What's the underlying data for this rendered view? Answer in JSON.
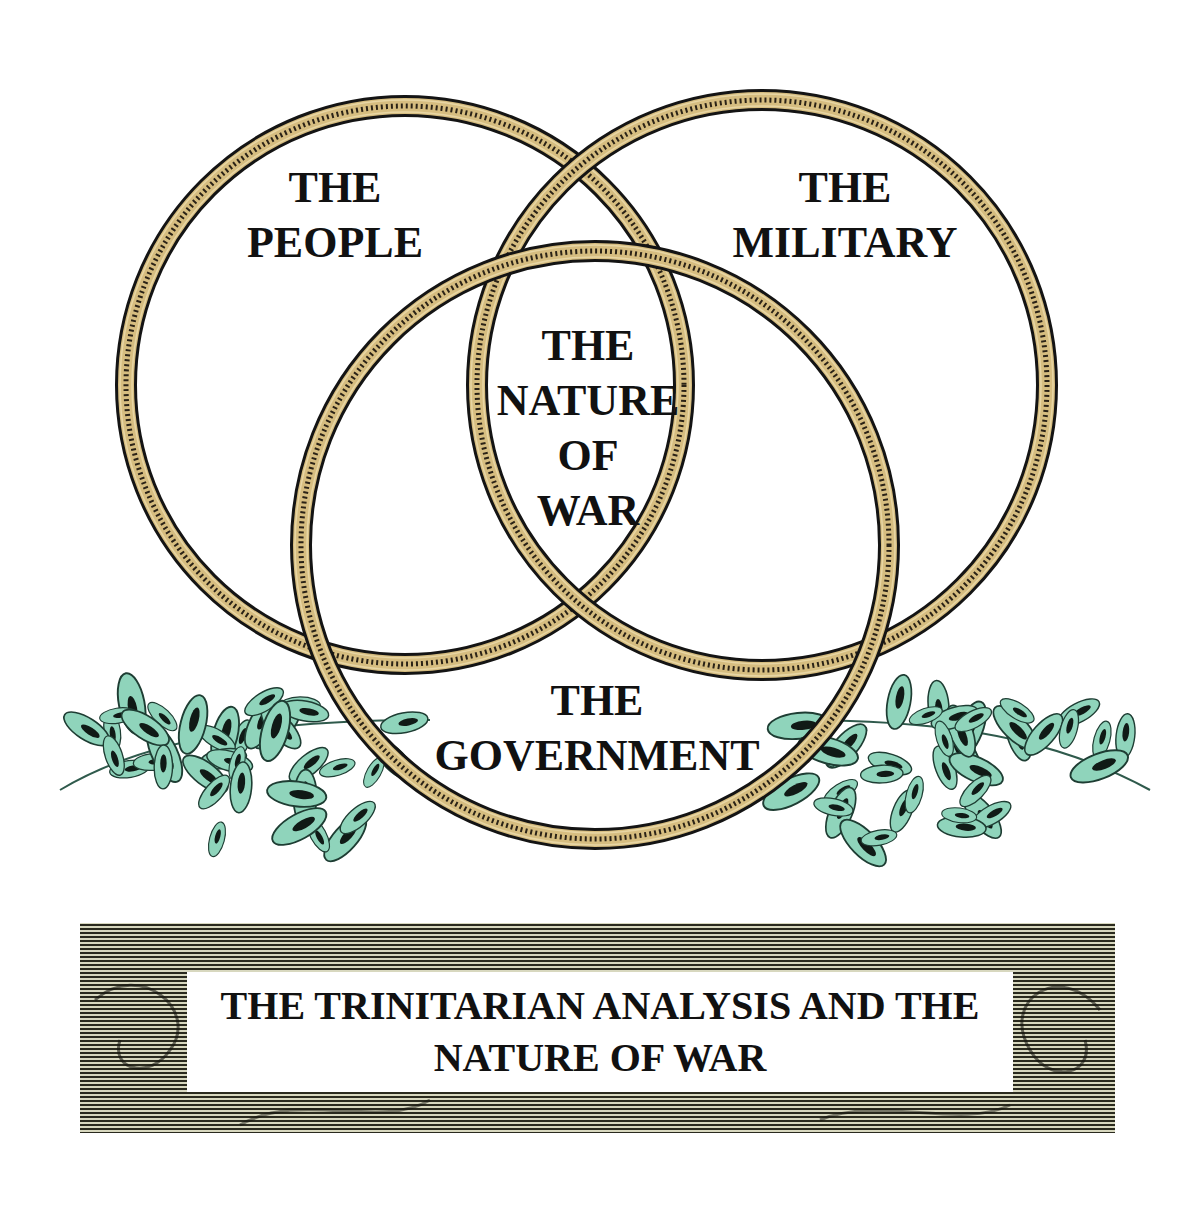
{
  "diagram": {
    "title": "THE TRINITARIAN ANALYSIS AND THE NATURE OF WAR",
    "nodes": [
      {
        "text": [
          "THE PEOPLE"
        ]
      },
      {
        "text": [
          "THE MILITARY"
        ]
      },
      {
        "text": [
          "THE GOVERNMENT"
        ]
      }
    ],
    "labels": [
      "THE NATURE OF WAR"
    ]
  }
}
